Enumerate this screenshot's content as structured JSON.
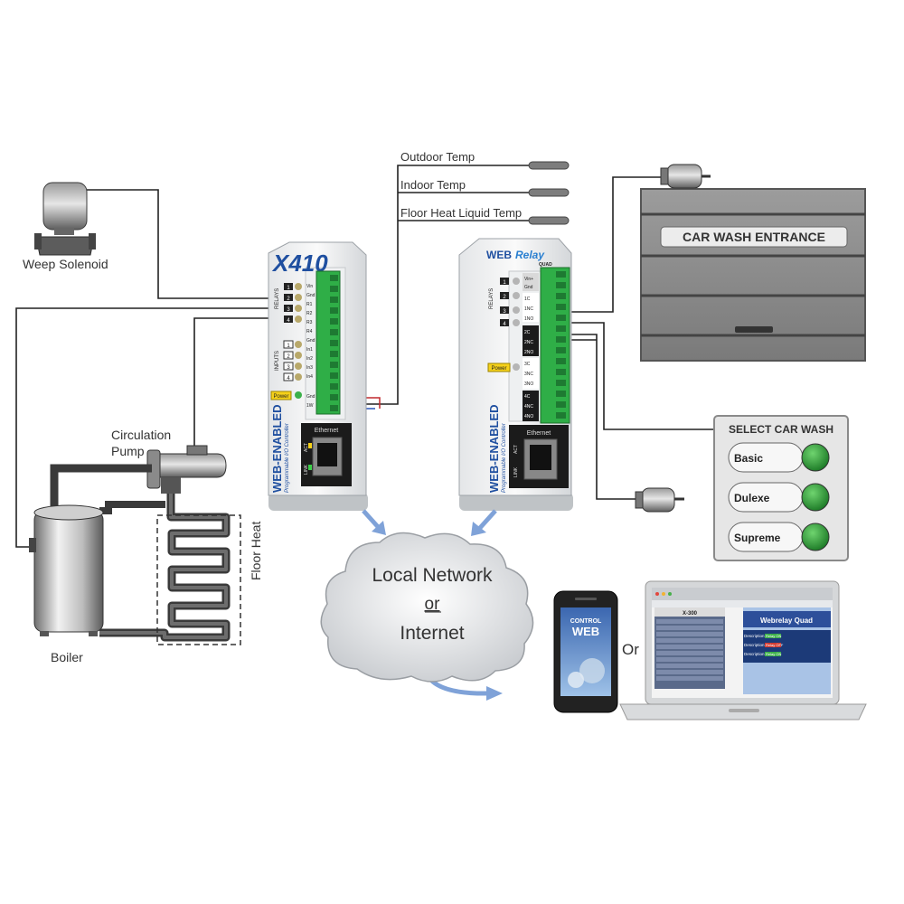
{
  "labels": {
    "weep_solenoid": "Weep Solenoid",
    "circulation_pump_line1": "Circulation",
    "circulation_pump_line2": "Pump",
    "floor_heat": "Floor Heat",
    "boiler": "Boiler",
    "outdoor_temp": "Outdoor Temp",
    "indoor_temp": "Indoor Temp",
    "floor_heat_liquid_temp": "Floor Heat Liquid Temp",
    "or_devices": "Or"
  },
  "x410": {
    "logo": "X410",
    "relays_label": "RELAYS",
    "inputs_label": "INPUTS",
    "relay_numbers": [
      "1",
      "2",
      "3",
      "4"
    ],
    "input_numbers": [
      "1",
      "2",
      "3",
      "4"
    ],
    "terminal_labels": [
      "Vin",
      "Gnd",
      "R1",
      "R2",
      "R3",
      "R4",
      "Gnd",
      "In1",
      "In2",
      "In3",
      "In4",
      "Gnd",
      "1W"
    ],
    "power_label": "Power",
    "ethernet_label": "Ethernet",
    "act_label": "ACT",
    "link_label": "LINK",
    "side_title": "WEB-ENABLED",
    "side_subtitle": "Programmable I/O Controller"
  },
  "webrelay": {
    "logo_web": "WEB",
    "logo_relay": "Relay",
    "logo_quad": "QUAD",
    "relays_label": "RELAYS",
    "relay_numbers": [
      "1",
      "2",
      "3",
      "4"
    ],
    "terminal_labels": [
      "Vin+",
      "Gnd",
      "1C",
      "1NC",
      "1NO",
      "2C",
      "2NC",
      "2NO",
      "3C",
      "3NC",
      "3NO",
      "4C",
      "4NC",
      "4NO"
    ],
    "power_label": "Power",
    "ethernet_label": "Ethernet",
    "act_label": "ACT",
    "link_label": "LINK",
    "side_title": "WEB-ENABLED",
    "side_subtitle": "Programmable I/O Controller"
  },
  "network": {
    "line1": "Local Network",
    "line2": "or",
    "line3": "Internet"
  },
  "car_wash": {
    "entrance_sign": "CAR WASH ENTRANCE",
    "panel_title": "SELECT CAR WASH",
    "options": [
      "Basic",
      "Dulexe",
      "Supreme"
    ],
    "button_color": "#2e9a3a"
  },
  "phone": {
    "app_line1": "CONTROL",
    "app_line2": "WEB"
  },
  "laptop": {
    "left_title": "X-300",
    "right_title": "Webrelay Quad",
    "relay_on": "Relay ON",
    "relay_off": "Relay OFF",
    "description": "Description"
  }
}
